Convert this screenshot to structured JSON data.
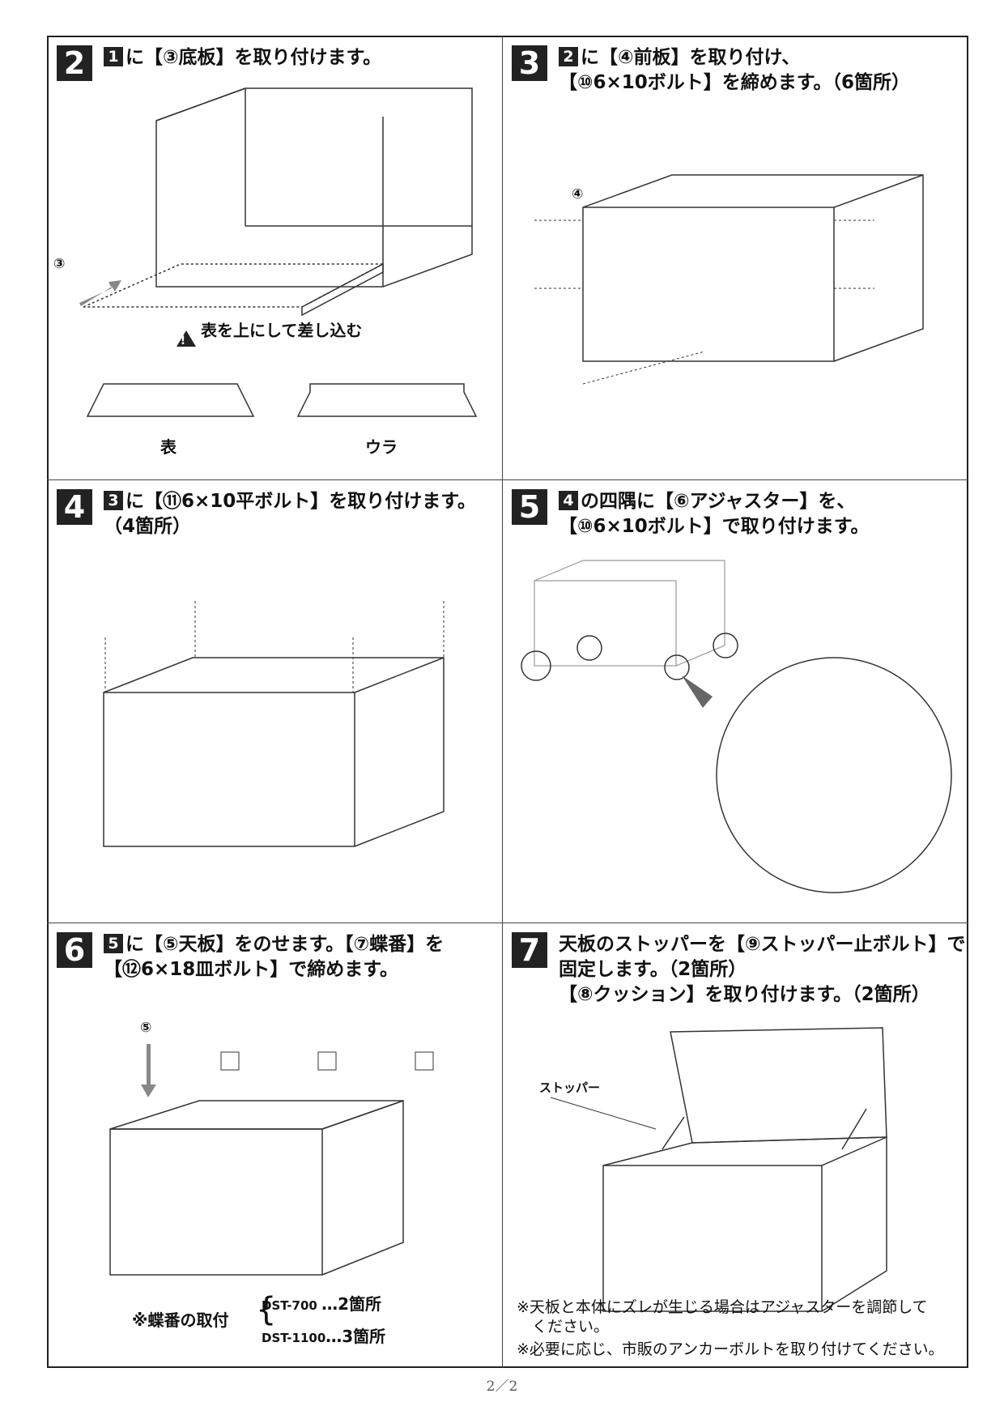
{
  "steps": [
    {
      "num": "2",
      "ref": "1",
      "title": "に【③底板】を取り付けます。",
      "part_label": "③",
      "warning": "表を上にして差し込む",
      "front_label": "表",
      "back_label": "ウラ"
    },
    {
      "num": "3",
      "ref": "2",
      "title_line1": "に【④前板】を取り付け、",
      "title_line2": "【⑩6×10ボルト】を締めます。（6箇所）",
      "part_label": "④"
    },
    {
      "num": "4",
      "ref": "3",
      "title_line1": "に【⑪6×10平ボルト】を取り付けます。",
      "title_line2": "（4箇所）"
    },
    {
      "num": "5",
      "ref": "4",
      "title_line1": "の四隅に【⑥アジャスター】を、",
      "title_line2": "【⑩6×10ボルト】で取り付けます。"
    },
    {
      "num": "6",
      "ref": "5",
      "title_line1": "に【⑤天板】をのせます。【⑦蝶番】を",
      "title_line2": "【⑫6×18皿ボルト】で締めます。",
      "part_label": "⑤",
      "hinge_note": "※蝶番の取付",
      "hinge_models": [
        {
          "model": "DST-700",
          "count": "…2箇所"
        },
        {
          "model": "DST-1100",
          "count": "…3箇所"
        }
      ]
    },
    {
      "num": "7",
      "title_line1": "天板のストッパーを【⑨ストッパー止ボルト】で",
      "title_line2": "固定します。（2箇所）",
      "title_line3": "【⑧クッション】を取り付けます。（2箇所）",
      "stopper_label": "ストッパー",
      "notes": [
        "※天板と本体にズレが生じる場合はアジャスターを調節して",
        "　ください。",
        "※必要に応じ、市販のアンカーボルトを取り付けてください。"
      ]
    }
  ],
  "page_number": "2／2"
}
